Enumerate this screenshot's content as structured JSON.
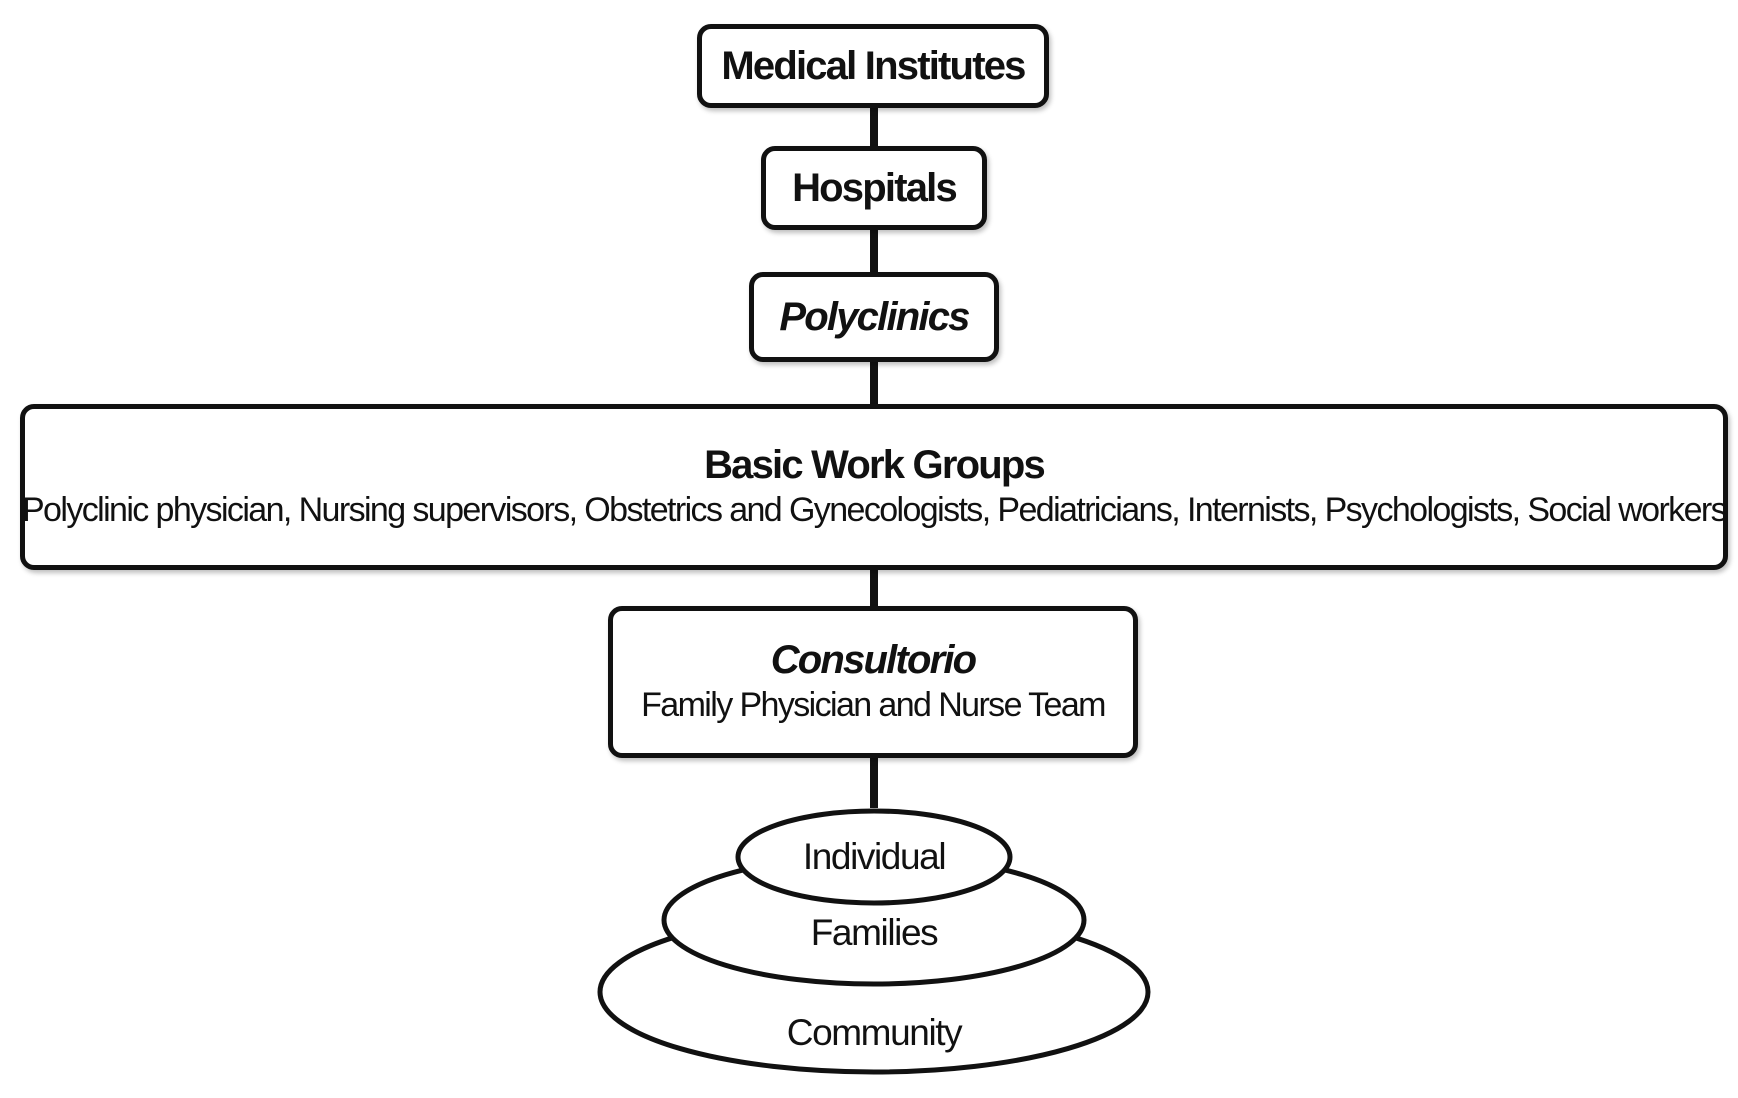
{
  "levels": {
    "medical_institutes": "Medical Institutes",
    "hospitals": "Hospitals",
    "polyclinics": "Polyclinics",
    "basic_work_groups": {
      "title": "Basic Work Groups",
      "members": "Polyclinic physician, Nursing supervisors, Obstetrics and Gynecologists, Pediatricians, Internists, Psychologists, Social workers"
    },
    "consultorio": {
      "title": "Consultorio",
      "members": "Family Physician and Nurse Team"
    }
  },
  "population": {
    "individual": "Individual",
    "families": "Families",
    "community": "Community"
  },
  "colors": {
    "stroke": "#111111",
    "fill": "#ffffff"
  }
}
